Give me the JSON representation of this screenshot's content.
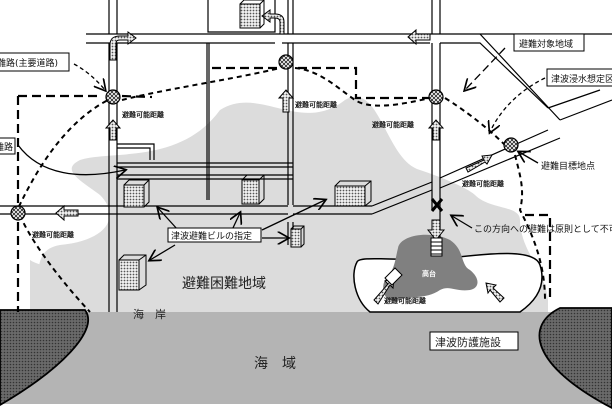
{
  "title": "津波避難計画 概念図",
  "labels": {
    "evac_route_main": "避難路(主要道路)",
    "evac_route": "避難路",
    "evac_target_area": "避難対象地域",
    "tsunami_flood_area": "津波浸水想定区域",
    "evac_target_point": "避難目標地点",
    "no_evac_direction": "この方向への避難は原則として不可",
    "tsunami_building": "津波避難ビルの指定",
    "difficult_area": "避難困難地域",
    "coast": "海　岸",
    "sea": "海　域",
    "tsunami_facility": "津波防護施設",
    "highland": "高台",
    "reachable_distance": "避難可能距離"
  },
  "reachable_labels": [
    "避難可能距離",
    "避難可能距離",
    "避難可能距離",
    "避難可能距離",
    "避難可能距離",
    "避難可能距離"
  ],
  "icons": {
    "evac_point": "crosshatch-circle-icon",
    "block": "x-mark-icon",
    "arrow": "dotted-arrow-icon",
    "building": "building-cube-icon",
    "stairs": "stairs-icon"
  },
  "colors": {
    "sea": "#b4b4b4",
    "flood": "#dcdcdc",
    "highland": "#808080",
    "breakwater": "#666666",
    "line": "#000000"
  }
}
